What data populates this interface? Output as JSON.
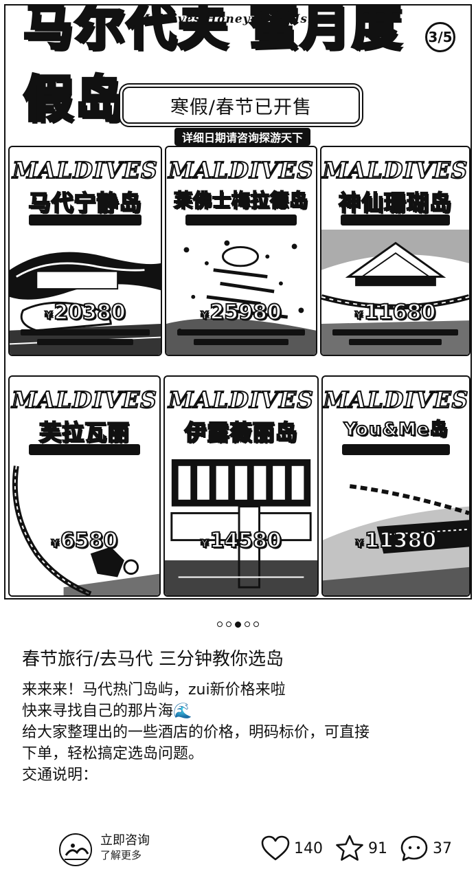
{
  "hero": {
    "subtitle_en": "Maldives Honeymoon Island",
    "title": "马尔代夫 蜜月度假岛",
    "page_indicator": "3/5",
    "sale_banner": "寒假/春节已开售",
    "detail_note": "详细日期请咨询探游天下"
  },
  "cards": [
    {
      "brand": "MALDIVES",
      "name": "马代宁静岛",
      "price": "20380",
      "currency": "¥"
    },
    {
      "brand": "MALDIVES",
      "name": "莱佛士梅拉德岛",
      "price": "25980",
      "currency": "¥"
    },
    {
      "brand": "MALDIVES",
      "name": "神仙珊瑚岛",
      "price": "11680",
      "currency": "¥"
    },
    {
      "brand": "MALDIVES",
      "name": "芙拉瓦丽",
      "price": "6580",
      "currency": "¥"
    },
    {
      "brand": "MALDIVES",
      "name": "伊露薇丽岛",
      "price": "14580",
      "currency": "¥"
    },
    {
      "brand": "MALDIVES",
      "name": "You&Me岛",
      "price": "11380",
      "currency": "¥"
    }
  ],
  "carousel": {
    "count": 5,
    "active_index": 2
  },
  "post": {
    "title": "春节旅行/去马代 三分钟教你选岛",
    "lines": [
      "来来来！马代热门岛屿，zui新价格来啦",
      "快来寻找自己的那片海🌊",
      "给大家整理出的一些酒店的价格，明码标价，可直接",
      "下单，轻松搞定选岛问题。",
      "交通说明："
    ]
  },
  "bottom": {
    "consult_label": "立即咨询",
    "consult_sub": "了解更多",
    "likes": "140",
    "favorites": "91",
    "comments": "37"
  }
}
